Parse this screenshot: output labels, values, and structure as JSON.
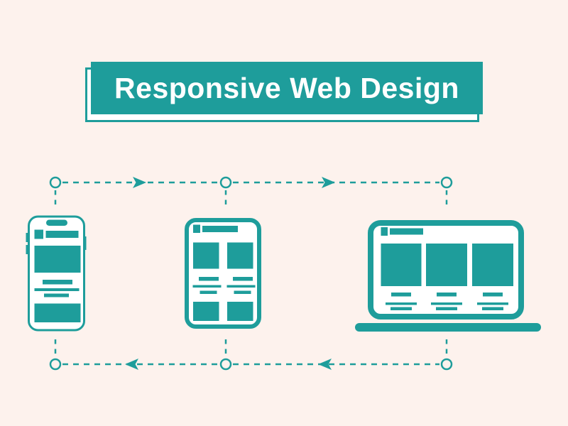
{
  "colors": {
    "accent": "#1E9D9B",
    "background": "#FDF2ED",
    "device_fill": "#FFFFFF",
    "title_text": "#FFFFFF"
  },
  "banner": {
    "title": "Responsive Web Design"
  },
  "diagram": {
    "devices": [
      {
        "id": "phone",
        "icon": "smartphone-wireframe-icon"
      },
      {
        "id": "tablet",
        "icon": "tablet-wireframe-icon"
      },
      {
        "id": "laptop",
        "icon": "laptop-wireframe-icon"
      }
    ],
    "connectors": [
      {
        "id": "top",
        "direction": "right",
        "node_count": 3,
        "arrow_count": 2
      },
      {
        "id": "bottom",
        "direction": "left",
        "node_count": 3,
        "arrow_count": 2
      }
    ]
  }
}
